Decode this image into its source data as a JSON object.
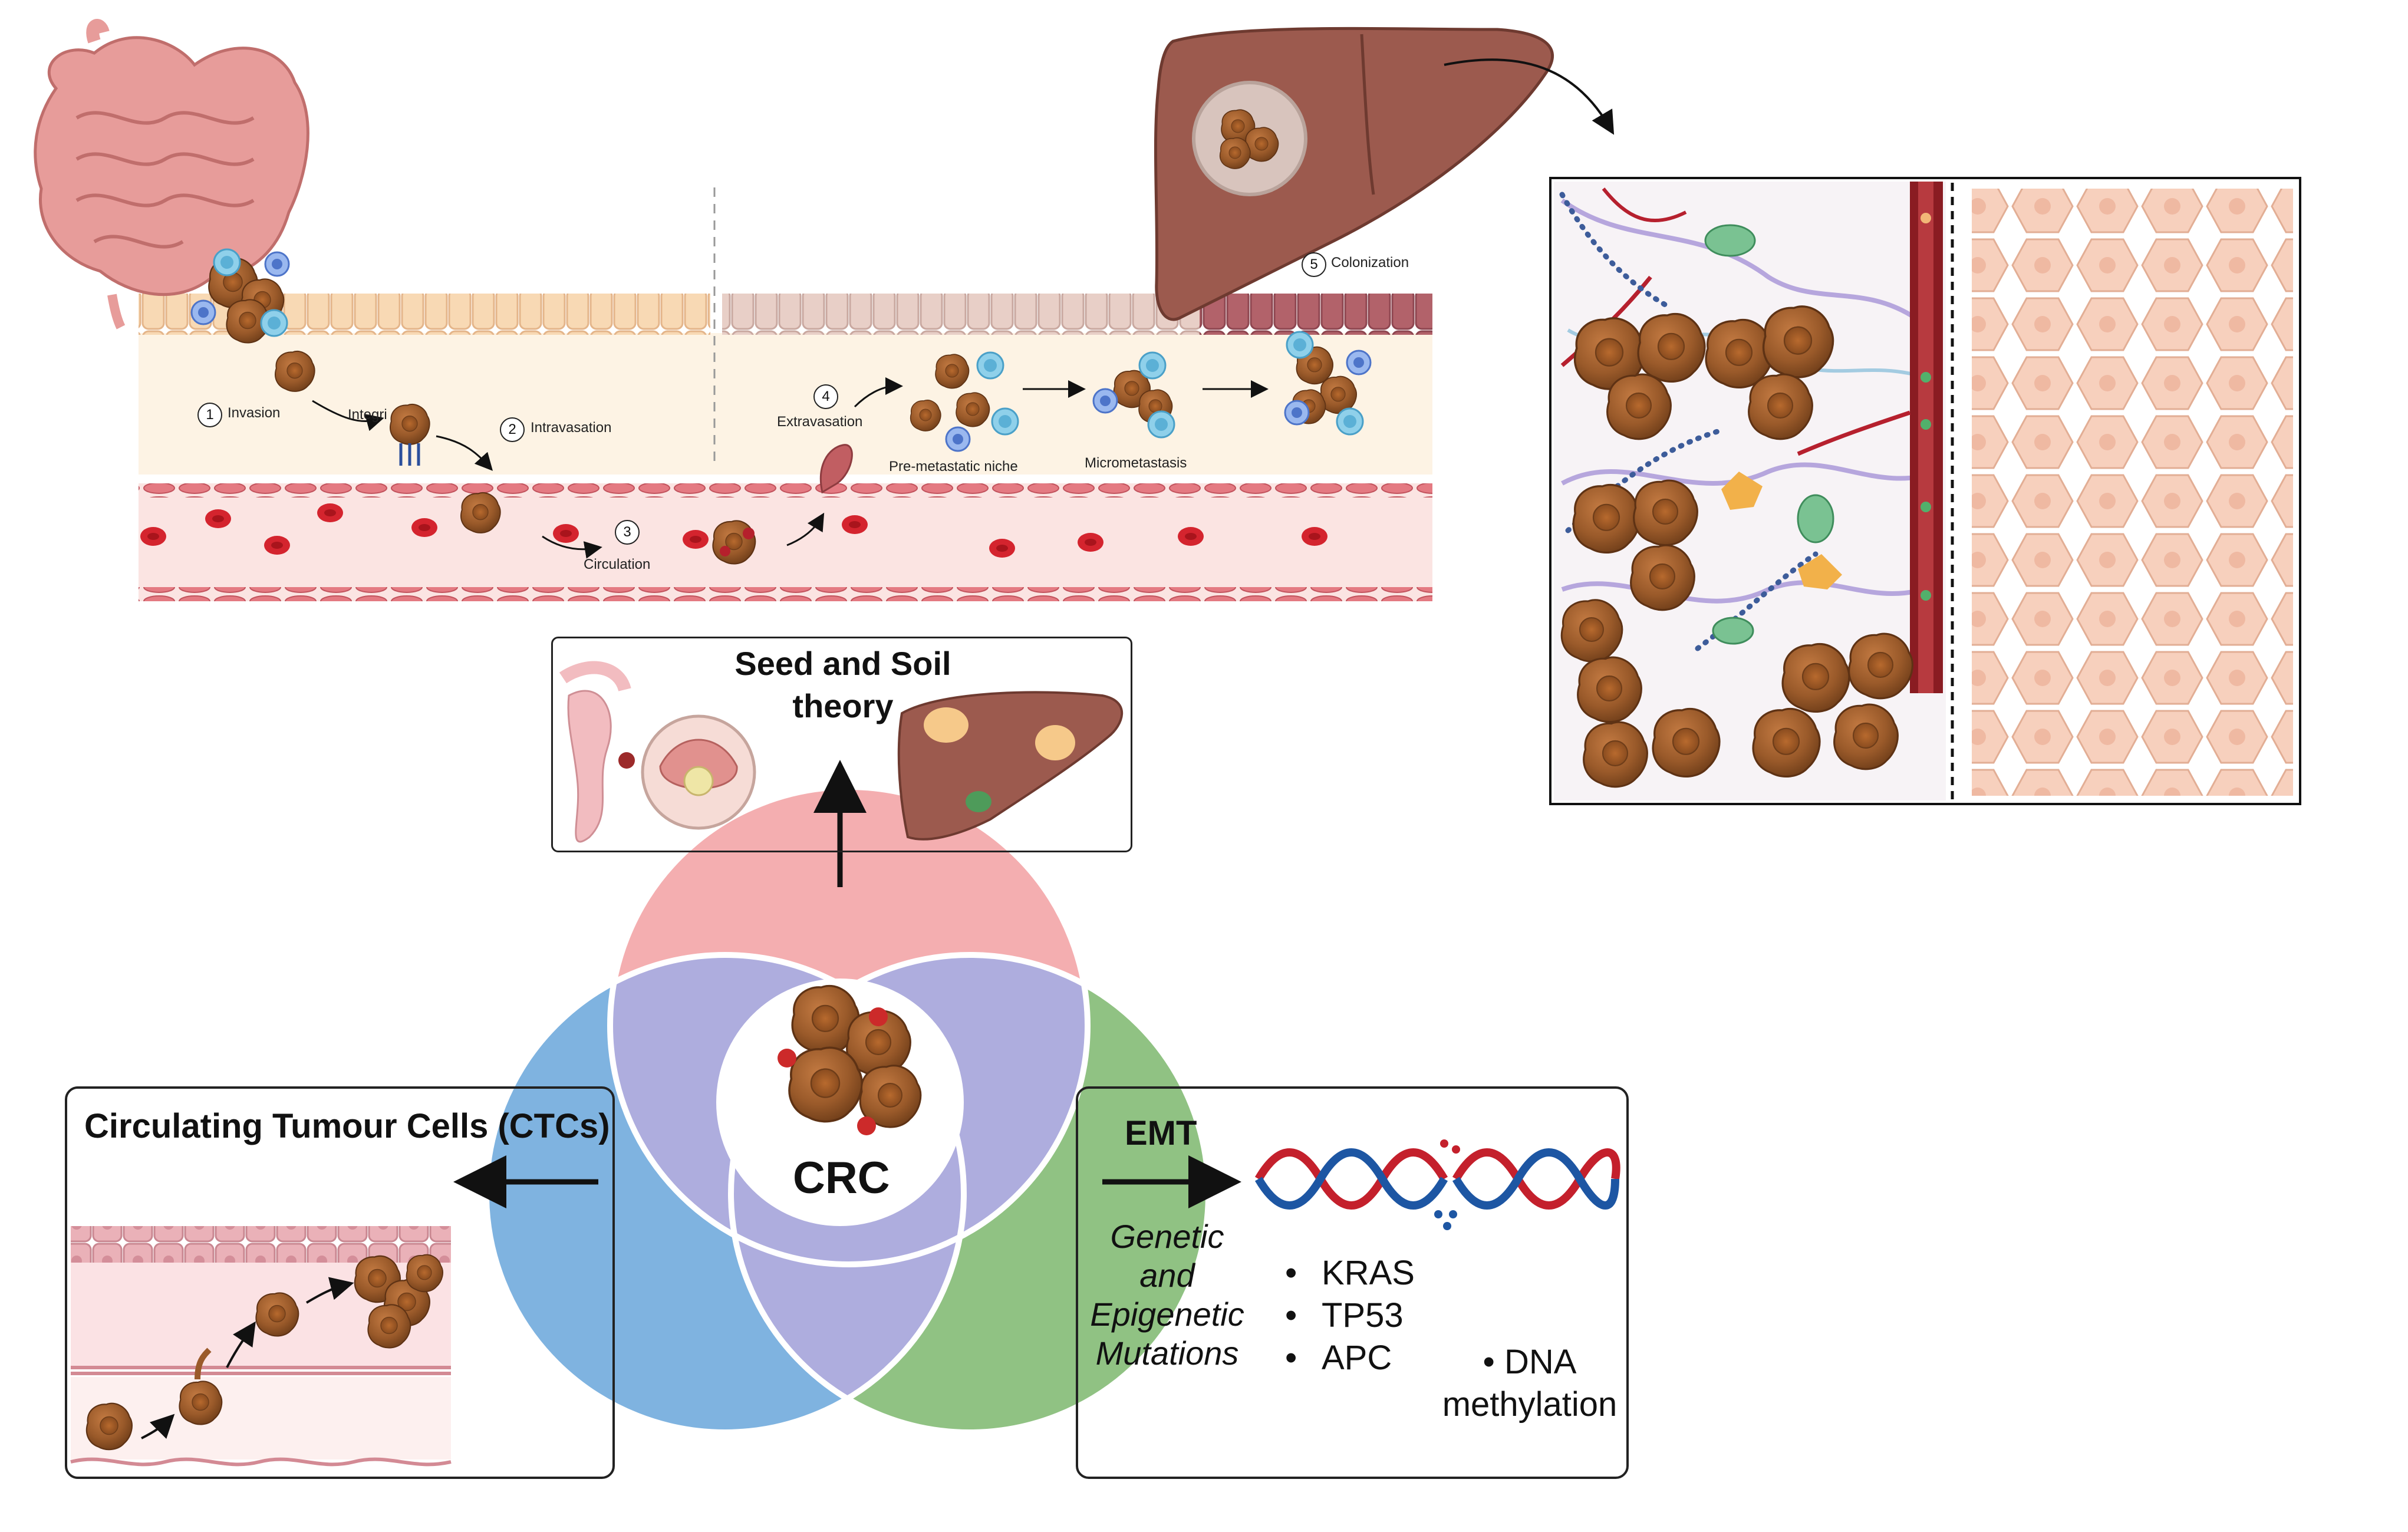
{
  "cascade": {
    "invasion": {
      "num": "1",
      "label": "Invasion"
    },
    "integrins": "Integri",
    "intravasation": {
      "num": "2",
      "label": "Intravasation"
    },
    "circulation": {
      "num": "3",
      "label": "Circulation"
    },
    "extravasation": {
      "num": "4",
      "label": "Extravasation"
    },
    "niche": "Pre-metastatic niche",
    "micrometastasis": "Micrometastasis",
    "colonization": {
      "num": "5",
      "label": "Colonization"
    }
  },
  "seed_soil": {
    "title_line1": "Seed and Soil",
    "title_line2": "theory"
  },
  "venn": {
    "center_label": "CRC",
    "colors": {
      "top": "#f4aeb0",
      "left": "#7fb3e0",
      "right": "#90c283",
      "overlap": "#aeadde"
    }
  },
  "ctc": {
    "title": "Circulating Tumour Cells (CTCs)"
  },
  "emt": {
    "label": "EMT",
    "heading_line1": "Genetic",
    "heading_line2": "and",
    "heading_line3": "Epigenetic",
    "heading_line4": "Mutations",
    "genes": [
      "KRAS",
      "TP53",
      "APC"
    ],
    "methylation_line1": "DNA",
    "methylation_line2": "methylation"
  }
}
